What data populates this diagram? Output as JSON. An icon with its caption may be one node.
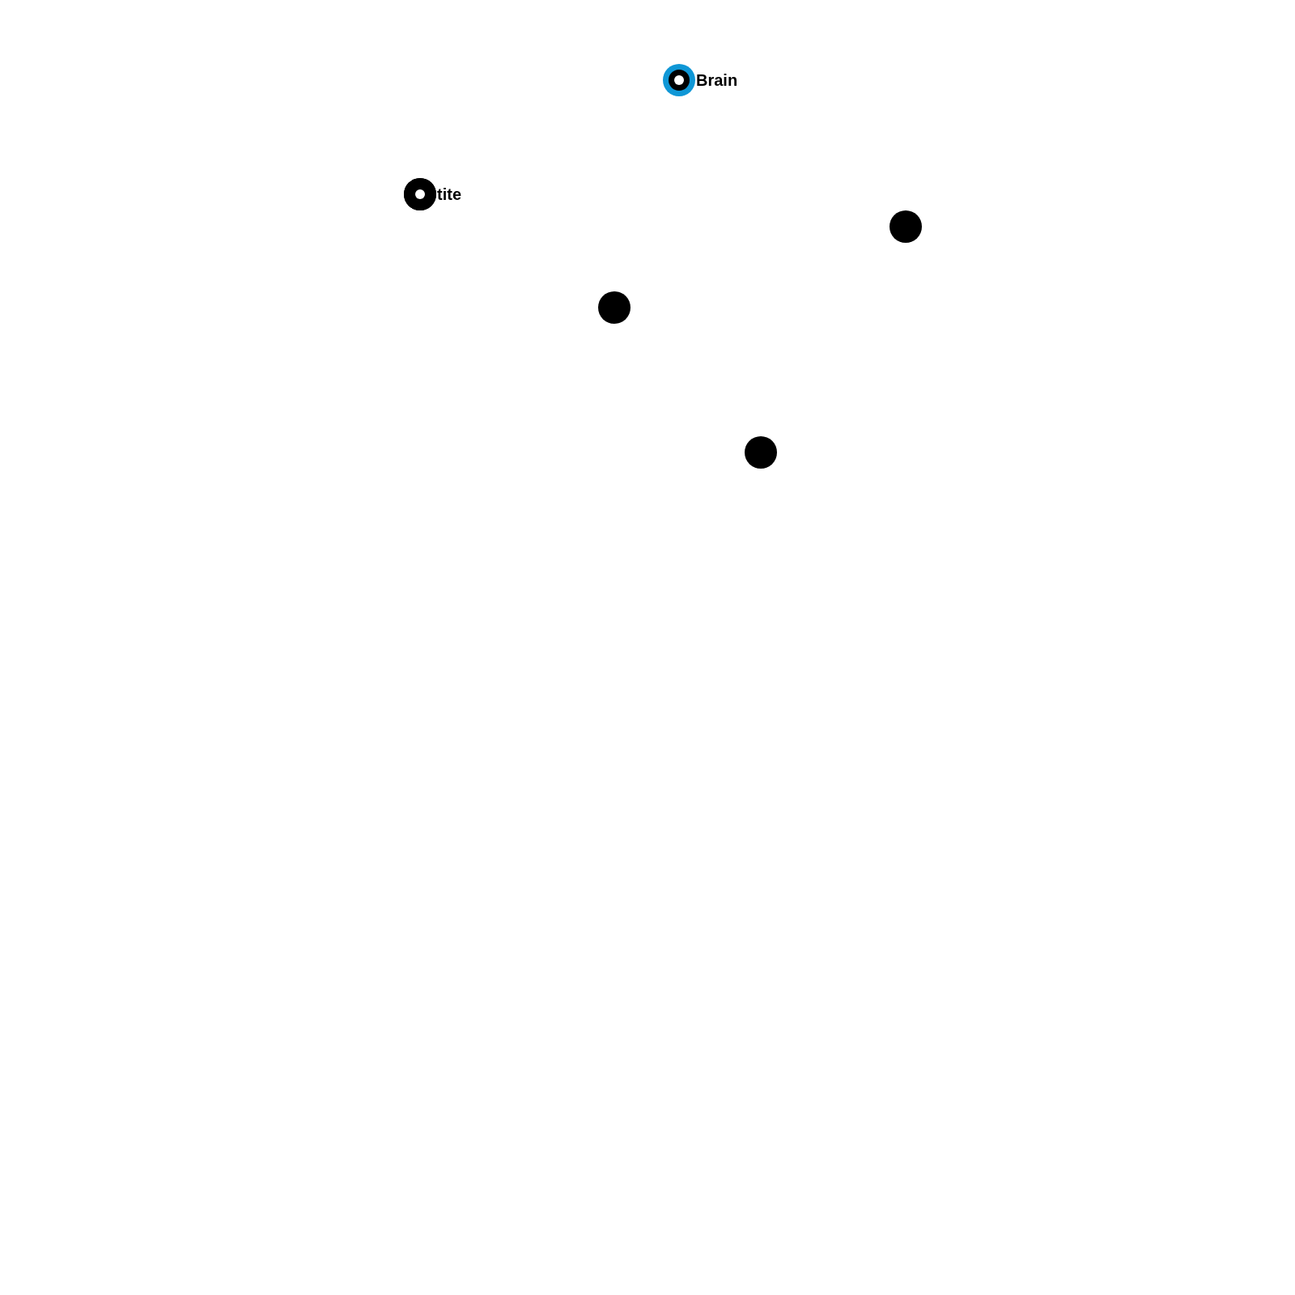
{
  "diagram": {
    "nodes": [
      {
        "text": [
          "Brain"
        ]
      },
      {
        "text": [
          "tite"
        ]
      },
      {
        "text": [],
        "shape": "circle"
      },
      {
        "text": [],
        "shape": "circle"
      },
      {
        "text": [],
        "shape": "circle"
      }
    ]
  }
}
